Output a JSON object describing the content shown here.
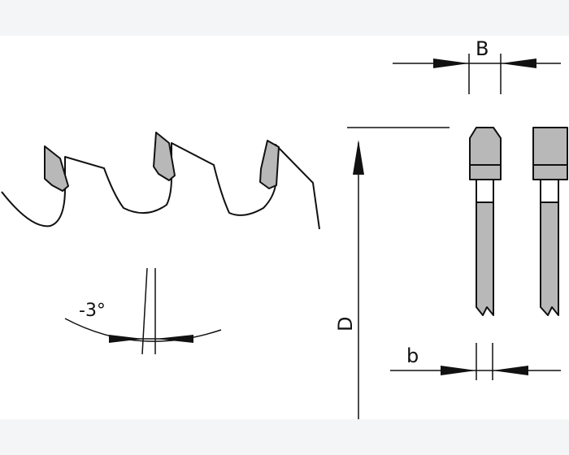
{
  "labels": {
    "kerf_width": "B",
    "body_thickness": "b",
    "diameter": "D",
    "hook_angle": "-3°"
  },
  "colors": {
    "background": "#f4f5f6",
    "canvas": "#ffffff",
    "line": "#111111",
    "tip_fill": "#b8b8b8",
    "arrow_fill": "#111111"
  }
}
